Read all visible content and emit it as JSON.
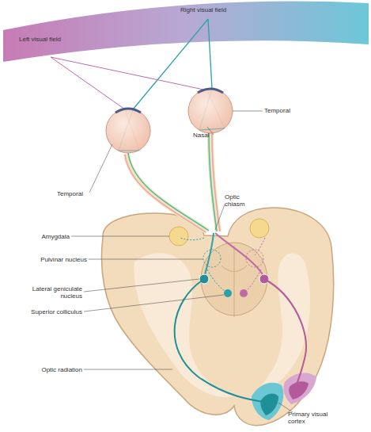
{
  "diagram": {
    "labels": [
      "Left visual field",
      "Right visual field",
      "Temporal",
      "Nasal",
      "Temporal",
      "Optic chiasm",
      "Amygdala",
      "Pulvinar nucleus",
      "Lateral geniculate nucleus",
      "Superior colliculus",
      "Optic radiation",
      "Primary visual cortex"
    ]
  }
}
